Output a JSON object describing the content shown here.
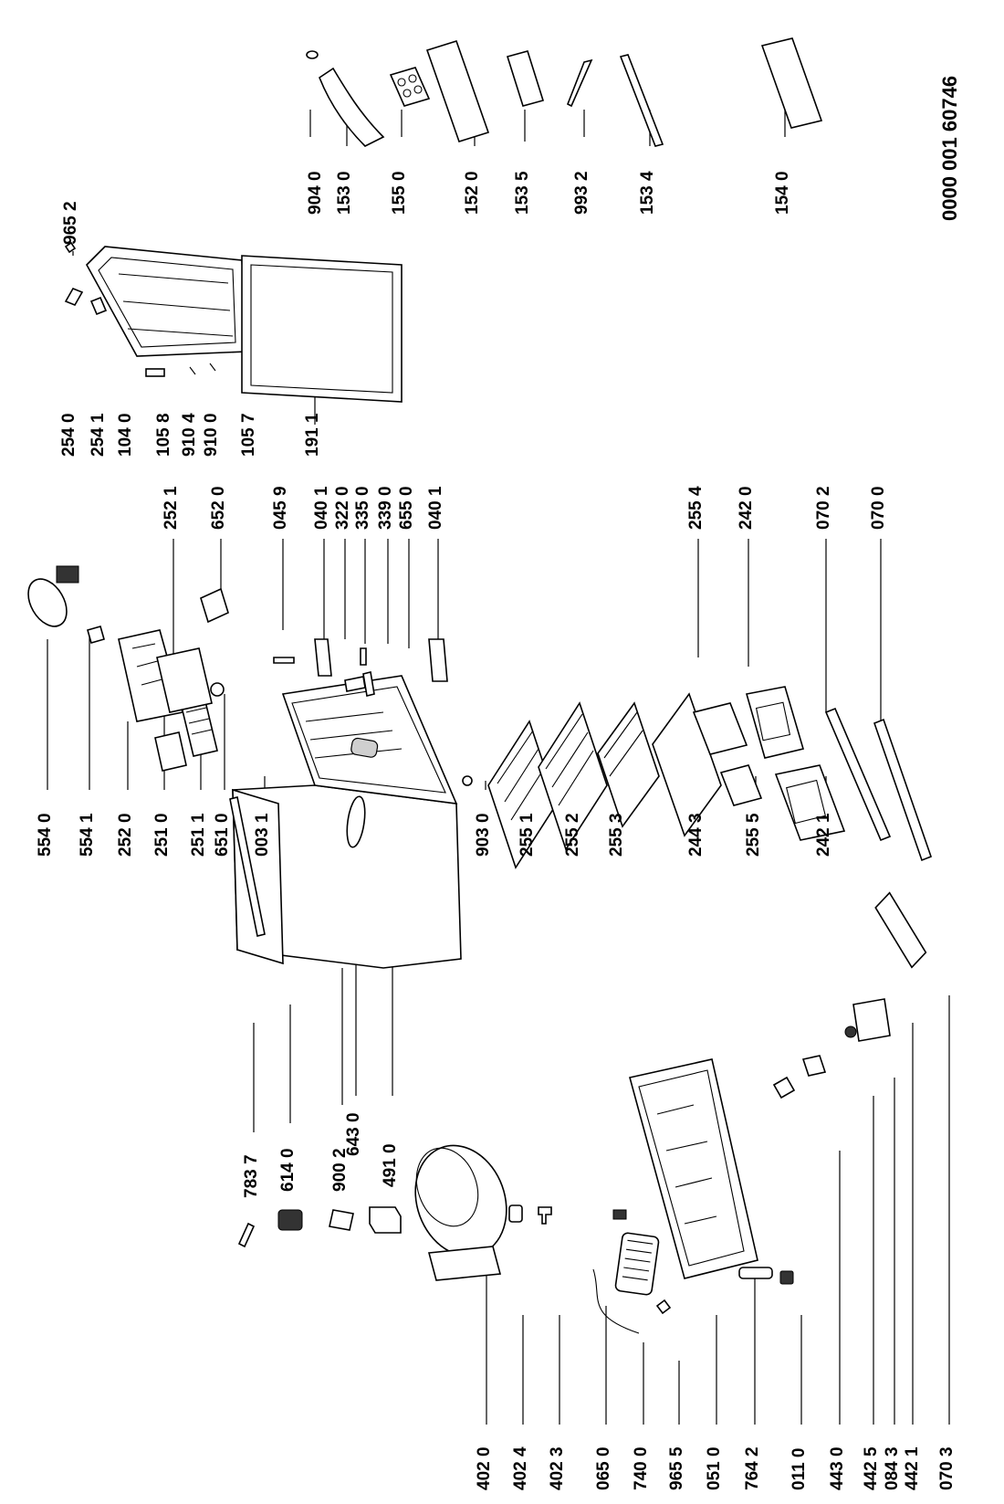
{
  "document_number": "0000 001 60746",
  "part_labels": [
    {
      "id": "p1",
      "text": "402 0"
    },
    {
      "id": "p2",
      "text": "402 4"
    },
    {
      "id": "p3",
      "text": "402 3"
    },
    {
      "id": "p4",
      "text": "065 0"
    },
    {
      "id": "p5",
      "text": "740 0"
    },
    {
      "id": "p6",
      "text": "965 5"
    },
    {
      "id": "p7",
      "text": "051 0"
    },
    {
      "id": "p8",
      "text": "764 2"
    },
    {
      "id": "p9",
      "text": "011 0"
    },
    {
      "id": "p10",
      "text": "443 0"
    },
    {
      "id": "p11",
      "text": "442 5"
    },
    {
      "id": "p12",
      "text": "084 3"
    },
    {
      "id": "p13",
      "text": "442 1"
    },
    {
      "id": "p14",
      "text": "070 3"
    },
    {
      "id": "p15",
      "text": "783 7"
    },
    {
      "id": "p16",
      "text": "614 0"
    },
    {
      "id": "p17",
      "text": "900 2"
    },
    {
      "id": "p18",
      "text": "491 0"
    },
    {
      "id": "p19",
      "text": "643 0"
    },
    {
      "id": "p20",
      "text": "554 0"
    },
    {
      "id": "p21",
      "text": "554 1"
    },
    {
      "id": "p22",
      "text": "252 0"
    },
    {
      "id": "p23",
      "text": "251 0"
    },
    {
      "id": "p24",
      "text": "251 1"
    },
    {
      "id": "p25",
      "text": "651 0"
    },
    {
      "id": "p26",
      "text": "003 1"
    },
    {
      "id": "p27",
      "text": "903 0"
    },
    {
      "id": "p28",
      "text": "255 1"
    },
    {
      "id": "p29",
      "text": "255 2"
    },
    {
      "id": "p30",
      "text": "255 3"
    },
    {
      "id": "p31",
      "text": "244 3"
    },
    {
      "id": "p32",
      "text": "255 5"
    },
    {
      "id": "p33",
      "text": "242 1"
    },
    {
      "id": "p34",
      "text": "252 1"
    },
    {
      "id": "p35",
      "text": "652 0"
    },
    {
      "id": "p36",
      "text": "045 9"
    },
    {
      "id": "p37",
      "text": "040 1"
    },
    {
      "id": "p38",
      "text": "322 0"
    },
    {
      "id": "p39",
      "text": "335 0"
    },
    {
      "id": "p40",
      "text": "339 0"
    },
    {
      "id": "p41",
      "text": "655 0"
    },
    {
      "id": "p42",
      "text": "040 1"
    },
    {
      "id": "p43",
      "text": "255 4"
    },
    {
      "id": "p44",
      "text": "242 0"
    },
    {
      "id": "p45",
      "text": "070 2"
    },
    {
      "id": "p46",
      "text": "070 0"
    },
    {
      "id": "p47",
      "text": "254 0"
    },
    {
      "id": "p48",
      "text": "254 1"
    },
    {
      "id": "p49",
      "text": "104 0"
    },
    {
      "id": "p50",
      "text": "105 8"
    },
    {
      "id": "p51",
      "text": "910 4"
    },
    {
      "id": "p52",
      "text": "910 0"
    },
    {
      "id": "p53",
      "text": "105 7"
    },
    {
      "id": "p54",
      "text": "191 1"
    },
    {
      "id": "p55",
      "text": "965 2"
    },
    {
      "id": "p56",
      "text": "904 0"
    },
    {
      "id": "p57",
      "text": "153 0"
    },
    {
      "id": "p58",
      "text": "155 0"
    },
    {
      "id": "p59",
      "text": "152 0"
    },
    {
      "id": "p60",
      "text": "153 5"
    },
    {
      "id": "p61",
      "text": "993 2"
    },
    {
      "id": "p62",
      "text": "153 4"
    },
    {
      "id": "p63",
      "text": "154 0"
    }
  ]
}
